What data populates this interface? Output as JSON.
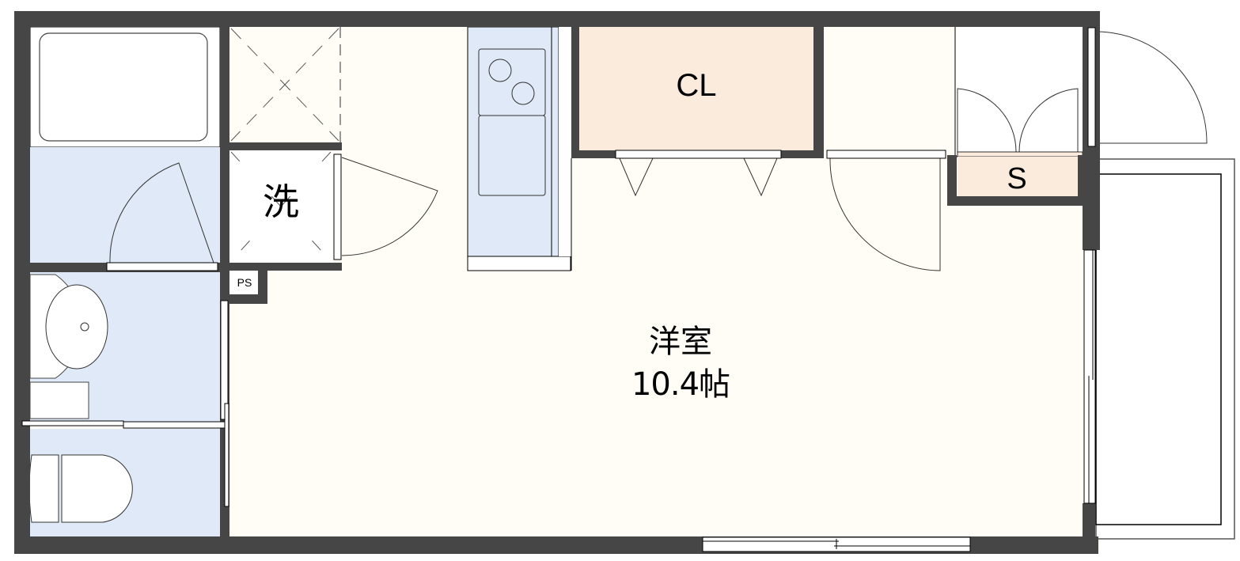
{
  "floorplan": {
    "rooms": {
      "closet": {
        "label": "CL",
        "fill": "#faebdd"
      },
      "storage": {
        "label": "S",
        "fill": "#faebdd"
      },
      "washer": {
        "label": "洗"
      },
      "pipe_space": {
        "label": "PS"
      },
      "western_room": {
        "label": "洋室",
        "area": "10.4帖",
        "fill": "#fffdf6"
      },
      "bath": {
        "fill": "#dfe9f7"
      },
      "washroom": {
        "fill": "#dfe9f7"
      },
      "toilet": {
        "fill": "#dfe9f7"
      },
      "kitchen": {
        "fill": "#dfe9f7"
      }
    },
    "colors": {
      "wall": "#464646",
      "floor": "#fffdf6",
      "wet_area": "#dfe9f7",
      "storage": "#faebdd"
    }
  }
}
